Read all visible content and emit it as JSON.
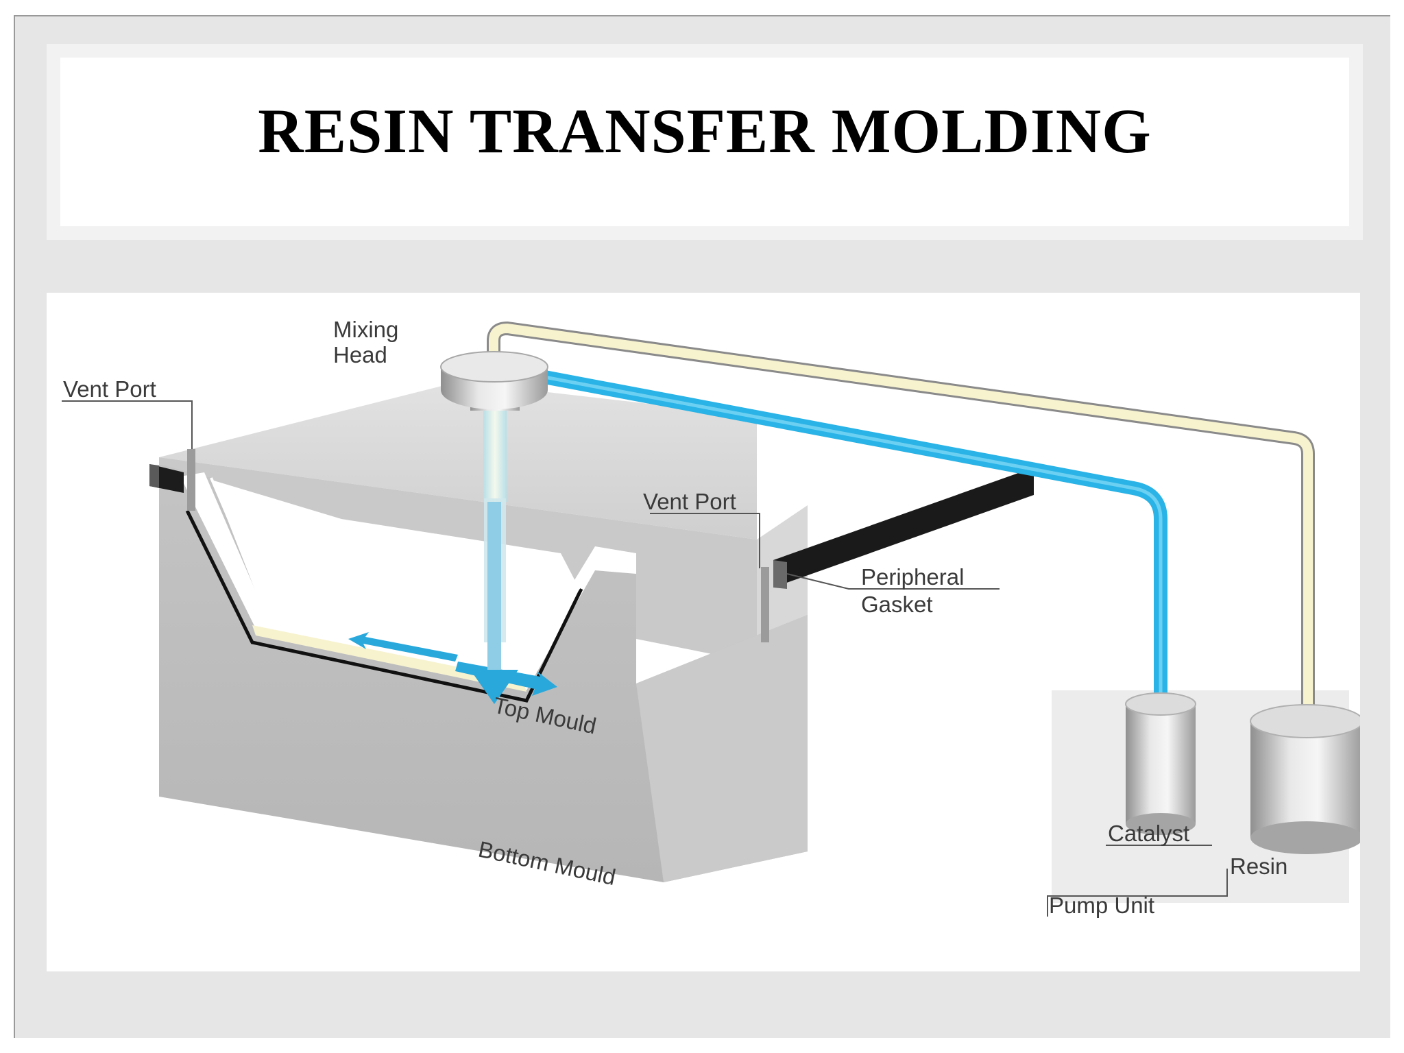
{
  "slide": {
    "title": "RESIN TRANSFER MOLDING"
  },
  "diagram": {
    "labels": {
      "mixing_head_line1": "Mixing",
      "mixing_head_line2": "Head",
      "vent_port_left": "Vent Port",
      "vent_port_right": "Vent Port",
      "top_mould": "Top Mould",
      "bottom_mould": "Bottom Mould",
      "peripheral_gasket_line1": "Peripheral",
      "peripheral_gasket_line2": "Gasket",
      "catalyst": "Catalyst",
      "resin": "Resin",
      "pump_unit": "Pump Unit"
    },
    "colors": {
      "catalyst_line": "#29b3e6",
      "resin_line": "#f7f3cf",
      "mould_grey": "#b9b9b9",
      "gasket": "#1a1a1a"
    }
  }
}
